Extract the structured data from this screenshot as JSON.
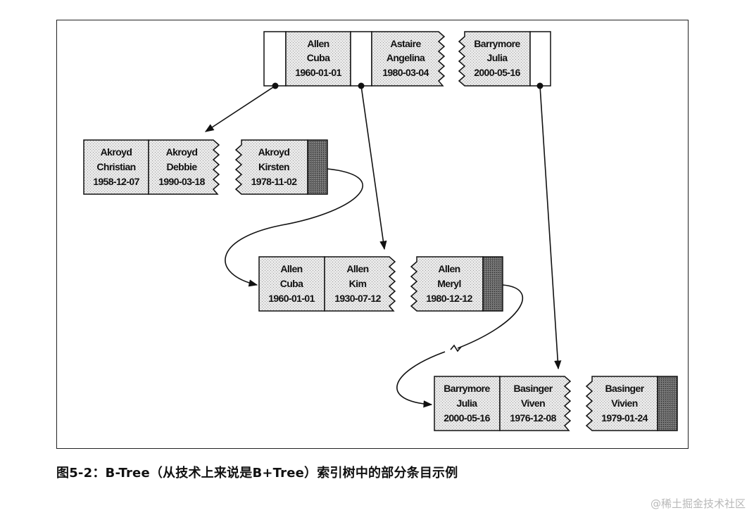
{
  "caption": "图5-2：B-Tree（从技术上来说是B+Tree）索引树中的部分条目示例",
  "watermark": "@稀土掘金技术社区",
  "root_node": {
    "entries": [
      {
        "last": "Allen",
        "first": "Cuba",
        "dob": "1960-01-01"
      },
      {
        "last": "Astaire",
        "first": "Angelina",
        "dob": "1980-03-04"
      },
      {
        "last": "Barrymore",
        "first": "Julia",
        "dob": "2000-05-16"
      }
    ]
  },
  "leaf_1": {
    "entries": [
      {
        "last": "Akroyd",
        "first": "Christian",
        "dob": "1958-12-07"
      },
      {
        "last": "Akroyd",
        "first": "Debbie",
        "dob": "1990-03-18"
      },
      {
        "last": "Akroyd",
        "first": "Kirsten",
        "dob": "1978-11-02"
      }
    ]
  },
  "leaf_2": {
    "entries": [
      {
        "last": "Allen",
        "first": "Cuba",
        "dob": "1960-01-01"
      },
      {
        "last": "Allen",
        "first": "Kim",
        "dob": "1930-07-12"
      },
      {
        "last": "Allen",
        "first": "Meryl",
        "dob": "1980-12-12"
      }
    ]
  },
  "leaf_3": {
    "entries": [
      {
        "last": "Barrymore",
        "first": "Julia",
        "dob": "2000-05-16"
      },
      {
        "last": "Basinger",
        "first": "Viven",
        "dob": "1976-12-08"
      },
      {
        "last": "Basinger",
        "first": "Vivien",
        "dob": "1979-01-24"
      }
    ]
  }
}
